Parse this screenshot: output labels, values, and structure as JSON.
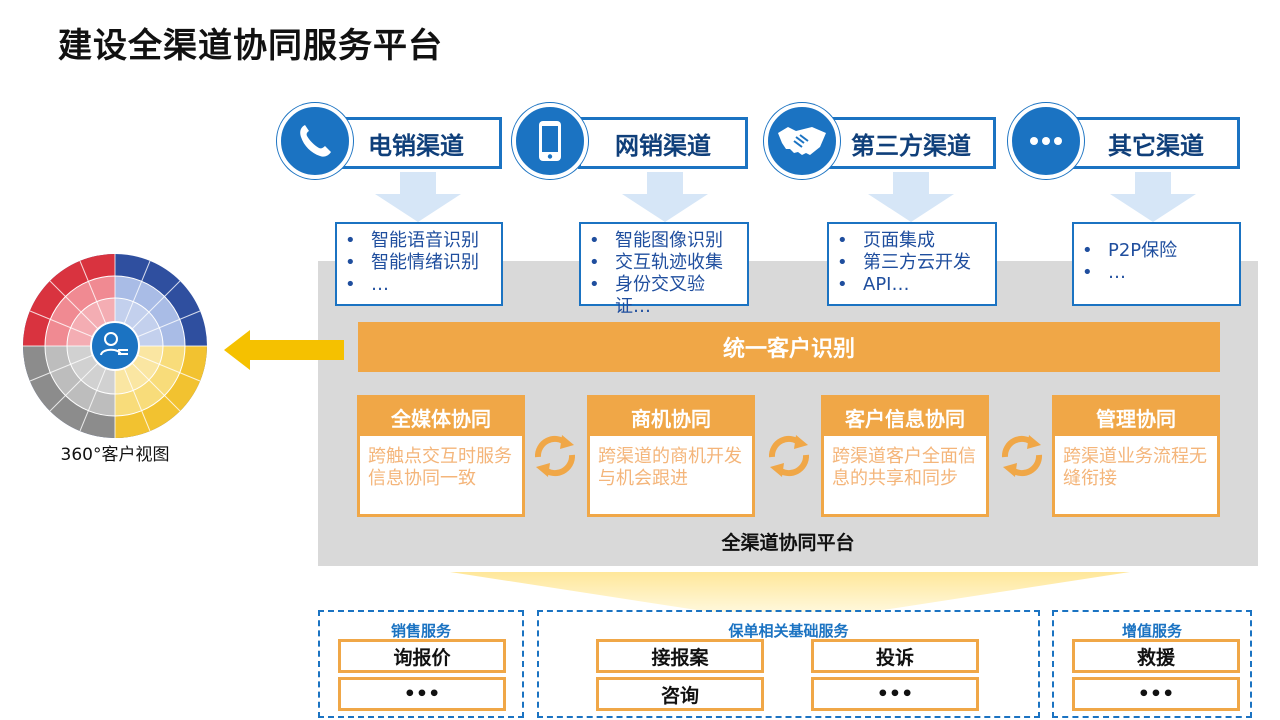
{
  "title": "建设全渠道协同服务平台",
  "channels": [
    {
      "label": "电销渠道",
      "icon": "phone-icon",
      "features": [
        "智能语音识别",
        "智能情绪识别",
        "…"
      ]
    },
    {
      "label": "网销渠道",
      "icon": "mobile-icon",
      "features": [
        "智能图像识别",
        "交互轨迹收集",
        "身份交叉验证…"
      ]
    },
    {
      "label": "第三方渠道",
      "icon": "handshake-icon",
      "features": [
        "页面集成",
        "第三方云开发",
        "API…"
      ]
    },
    {
      "label": "其它渠道",
      "icon": "ellipsis-icon",
      "features": [
        "P2P保险",
        "…"
      ]
    }
  ],
  "feature_bullet": "•",
  "unify": "统一客户识别",
  "collaboration": [
    {
      "title": "全媒体协同",
      "desc": "跨触点交互时服务 信息协同一致"
    },
    {
      "title": "商机协同",
      "desc": "跨渠道的商机开发 与机会跟进"
    },
    {
      "title": "客户信息协同",
      "desc": "跨渠道客户全面信 息的共享和同步"
    },
    {
      "title": "管理协同",
      "desc": "跨渠道业务流程无 缝衔接"
    }
  ],
  "platform_label": "全渠道协同平台",
  "view360": "360°客户视图",
  "services": {
    "sales": {
      "title": "销售服务",
      "items": [
        "询报价",
        "•••"
      ]
    },
    "policy": {
      "title": "保单相关基础服务",
      "items": [
        "接报案",
        "投诉",
        "咨询",
        "•••"
      ]
    },
    "value": {
      "title": "增值服务",
      "items": [
        "救援",
        "•••"
      ]
    }
  },
  "colors": {
    "blue": "#1B73C2",
    "orange": "#F0A747",
    "arrow_light": "#D6E6F7",
    "yellow_arrow": "#F5C100",
    "gray_panel": "#D9D9D9"
  }
}
